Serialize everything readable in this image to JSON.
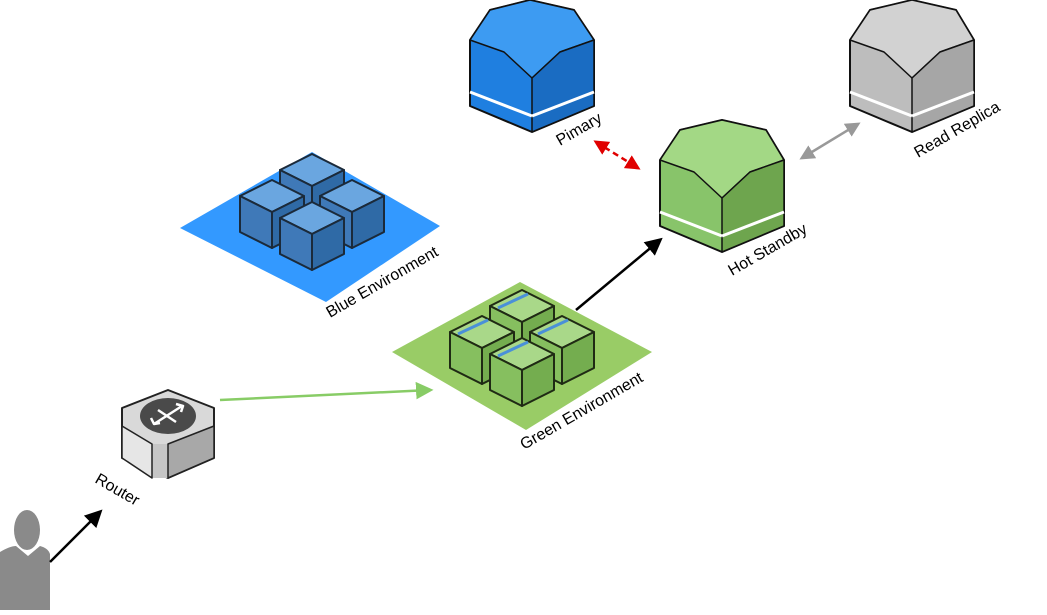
{
  "labels": {
    "primary": "Pimary",
    "read_replica": "Read Replica",
    "hot_standby": "Hot Standby",
    "blue_environment": "Blue Environment",
    "green_environment": "Green Environment",
    "router": "Router"
  },
  "colors": {
    "blue_env": "#3399ff",
    "blue_box": "#4a86c5",
    "green_env": "#99cc66",
    "green_box": "#7aaf55",
    "primary_db": "#1f7fe0",
    "standby_db": "#88c46a",
    "replica_db": "#bdbdbd",
    "router_body": "#d9d9d9",
    "user": "#8a8a8a",
    "arrow_red": "#e00000",
    "arrow_green": "#88cc66",
    "arrow_grey": "#999999",
    "arrow_black": "#000000"
  },
  "icons": {
    "primary": "database-hexagon-icon",
    "read_replica": "database-hexagon-icon",
    "hot_standby": "database-hexagon-icon",
    "router": "router-hexagon-icon",
    "user": "user-icon",
    "environment": "container-cluster-icon"
  }
}
